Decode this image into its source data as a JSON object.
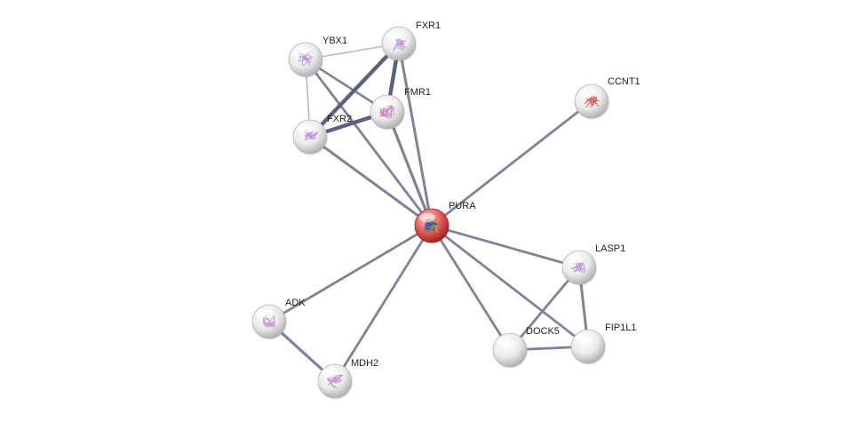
{
  "network": {
    "center_node": "PURA",
    "nodes": [
      {
        "id": "PURA",
        "label": "PURA",
        "query": true,
        "structure": true,
        "structure_color": "#3a8a2a"
      },
      {
        "id": "YBX1",
        "label": "YBX1",
        "query": false,
        "structure": true,
        "structure_color": "#b48ad6"
      },
      {
        "id": "FXR1",
        "label": "FXR1",
        "query": false,
        "structure": true,
        "structure_color": "#b48ad6"
      },
      {
        "id": "FMR1",
        "label": "FMR1",
        "query": false,
        "structure": true,
        "structure_color": "#c06ab0"
      },
      {
        "id": "FXR2",
        "label": "FXR2",
        "query": false,
        "structure": true,
        "structure_color": "#b48ad6"
      },
      {
        "id": "CCNT1",
        "label": "CCNT1",
        "query": false,
        "structure": true,
        "structure_color": "#cc4444"
      },
      {
        "id": "LASP1",
        "label": "LASP1",
        "query": false,
        "structure": true,
        "structure_color": "#b48ad6"
      },
      {
        "id": "FIP1L1",
        "label": "FIP1L1",
        "query": false,
        "structure": false,
        "structure_color": ""
      },
      {
        "id": "DOCK5",
        "label": "DOCK5",
        "query": false,
        "structure": false,
        "structure_color": ""
      },
      {
        "id": "ADK",
        "label": "ADK",
        "query": false,
        "structure": true,
        "structure_color": "#b48ad6"
      },
      {
        "id": "MDH2",
        "label": "MDH2",
        "query": false,
        "structure": true,
        "structure_color": "#b48ad6"
      }
    ],
    "edges": [
      {
        "source": "PURA",
        "target": "YBX1",
        "strength": 0.45
      },
      {
        "source": "PURA",
        "target": "FXR1",
        "strength": 0.5
      },
      {
        "source": "PURA",
        "target": "FMR1",
        "strength": 0.55
      },
      {
        "source": "PURA",
        "target": "FXR2",
        "strength": 0.5
      },
      {
        "source": "PURA",
        "target": "CCNT1",
        "strength": 0.45
      },
      {
        "source": "PURA",
        "target": "LASP1",
        "strength": 0.45
      },
      {
        "source": "PURA",
        "target": "FIP1L1",
        "strength": 0.45
      },
      {
        "source": "PURA",
        "target": "DOCK5",
        "strength": 0.45
      },
      {
        "source": "PURA",
        "target": "ADK",
        "strength": 0.45
      },
      {
        "source": "PURA",
        "target": "MDH2",
        "strength": 0.45
      },
      {
        "source": "YBX1",
        "target": "FXR1",
        "strength": 0.15
      },
      {
        "source": "YBX1",
        "target": "FMR1",
        "strength": 0.4
      },
      {
        "source": "YBX1",
        "target": "FXR2",
        "strength": 0.15
      },
      {
        "source": "FXR1",
        "target": "FMR1",
        "strength": 0.85
      },
      {
        "source": "FXR1",
        "target": "FXR2",
        "strength": 0.85
      },
      {
        "source": "FMR1",
        "target": "FXR2",
        "strength": 0.85
      },
      {
        "source": "LASP1",
        "target": "FIP1L1",
        "strength": 0.5
      },
      {
        "source": "LASP1",
        "target": "DOCK5",
        "strength": 0.45
      },
      {
        "source": "DOCK5",
        "target": "FIP1L1",
        "strength": 0.45
      },
      {
        "source": "ADK",
        "target": "MDH2",
        "strength": 0.55
      }
    ],
    "colors": {
      "edge": "#7f8399",
      "edge_light": "#b8bac4",
      "edge_strong": "#5c6180",
      "node_fill": "#f2f2f2",
      "node_shade": "#b5b5b5",
      "query_fill": "#f07070",
      "query_shade": "#a82020",
      "label": "#222222"
    }
  }
}
